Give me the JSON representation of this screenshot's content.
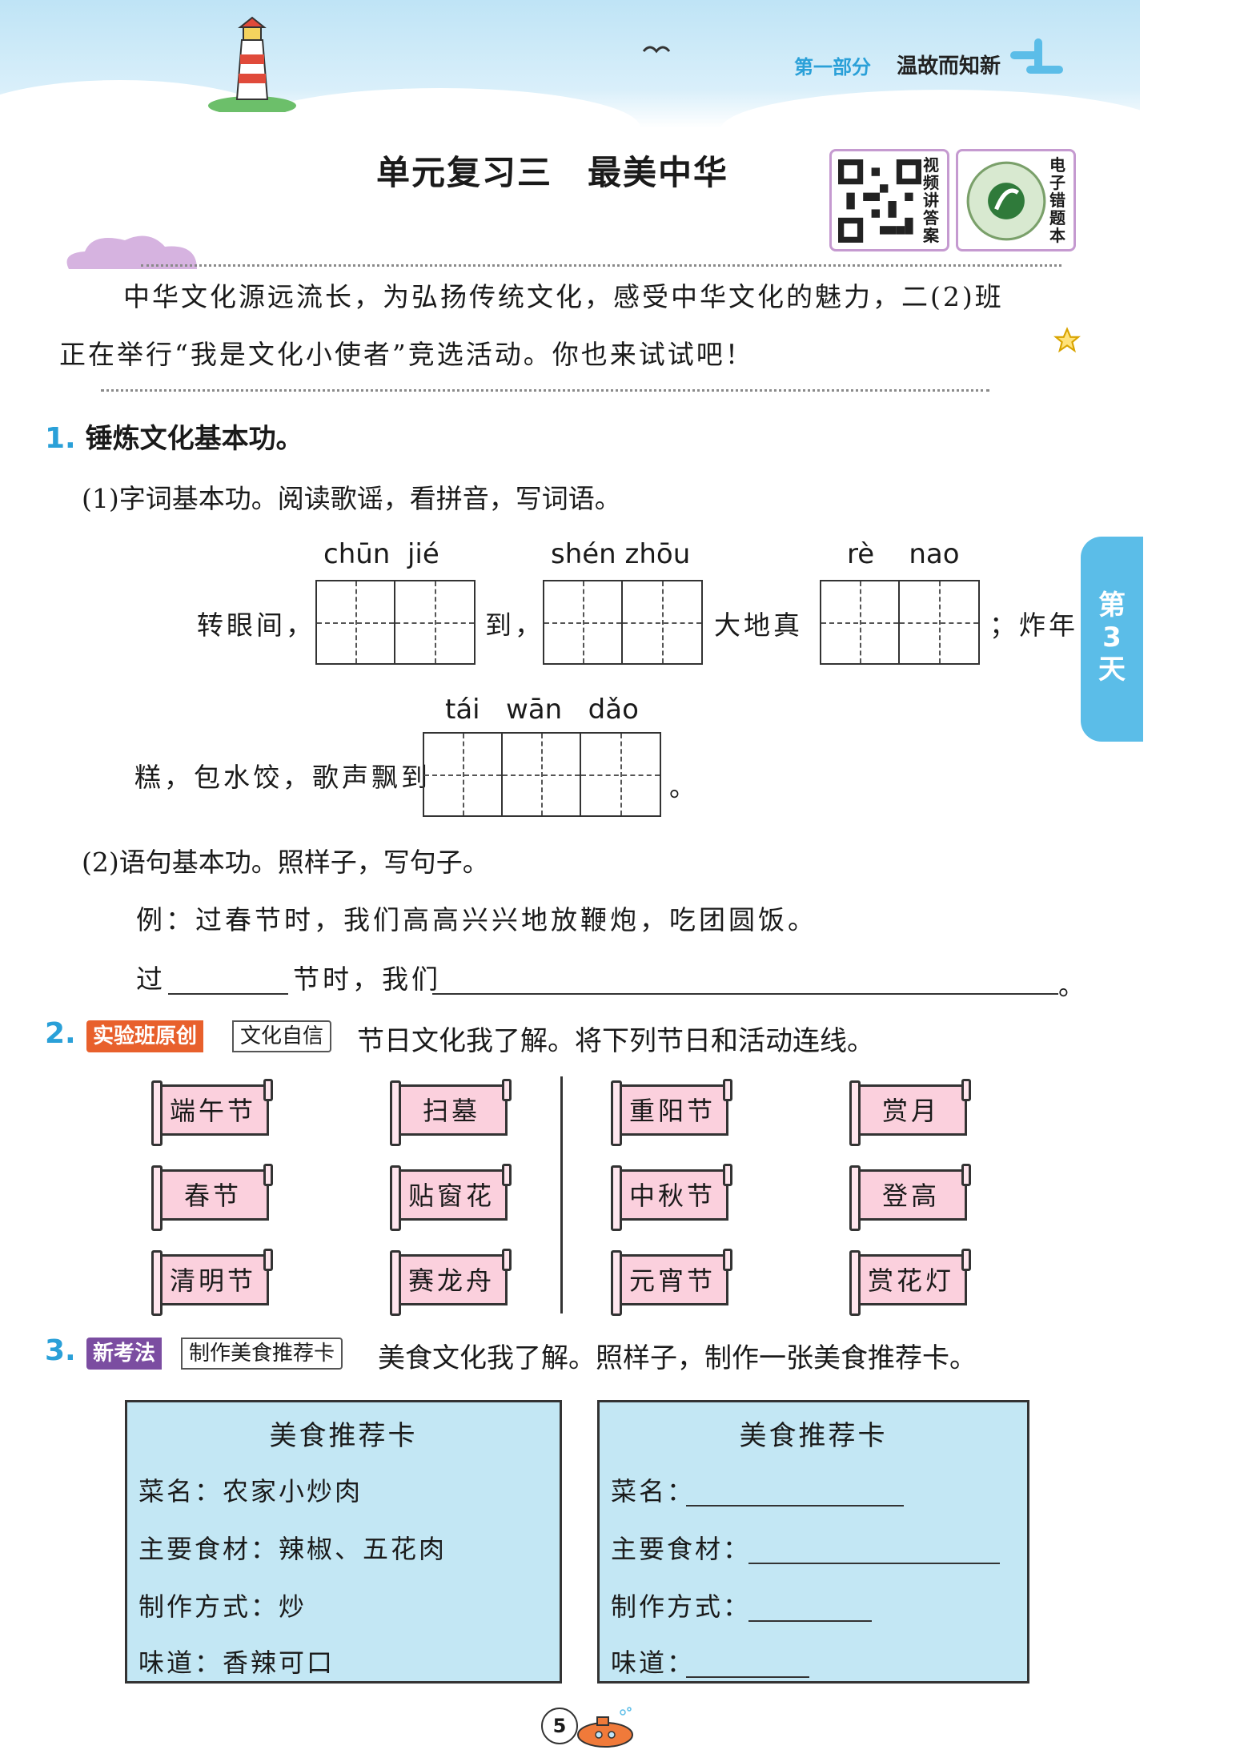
{
  "header": {
    "part": "第一部分",
    "section": "温故而知新"
  },
  "title": "单元复习三　最美中华",
  "qr": {
    "left_label": "视频讲答案",
    "right_label": "电子错题本"
  },
  "intro": {
    "line1": "中华文化源远流长，为弘扬传统文化，感受中华文化的魅力，二(2)班",
    "line2": "正在举行“我是文化小使者”竞选活动。你也来试试吧！"
  },
  "side_tab": "第3天",
  "q1": {
    "num": "1.",
    "title": "锤炼文化基本功。",
    "sub1": "(1)字词基本功。阅读歌谣，看拼音，写词语。",
    "row1": {
      "prefix": "转眼间，",
      "pinyin1": "chūn  jié",
      "mid1": "到，",
      "pinyin2": "shén zhōu",
      "mid2": "大地真",
      "pinyin3": "rè    nao",
      "suffix": "；炸年"
    },
    "row2": {
      "prefix": "糕，包水饺，歌声飘到",
      "pinyin": "tái   wān   dǎo",
      "suffix": "。"
    },
    "sub2": "(2)语句基本功。照样子，写句子。",
    "example": "例：过春节时，我们高高兴兴地放鞭炮，吃团圆饭。",
    "fill_prefix": "过",
    "fill_mid": "节时，我们",
    "fill_end": "。"
  },
  "q2": {
    "num": "2.",
    "tag_red": "实验班原创",
    "tag_outline": "文化自信",
    "title": "节日文化我了解。将下列节日和活动连线。",
    "col1": [
      "端午节",
      "春节",
      "清明节"
    ],
    "col2": [
      "扫墓",
      "贴窗花",
      "赛龙舟"
    ],
    "col3": [
      "重阳节",
      "中秋节",
      "元宵节"
    ],
    "col4": [
      "赏月",
      "登高",
      "赏花灯"
    ]
  },
  "q3": {
    "num": "3.",
    "tag_purple": "新考法",
    "tag_outline": "制作美食推荐卡",
    "title": "美食文化我了解。照样子，制作一张美食推荐卡。",
    "card_example": {
      "title": "美食推荐卡",
      "rows": [
        "菜名：农家小炒肉",
        "主要食材：辣椒、五花肉",
        "制作方式：炒",
        "味道：香辣可口"
      ]
    },
    "card_blank": {
      "title": "美食推荐卡",
      "labels": [
        "菜名：",
        "主要食材：",
        "制作方式：",
        "味道："
      ]
    }
  },
  "page_number": "5",
  "colors": {
    "accent_blue": "#2aa0d8",
    "tag_red": "#e8602c",
    "tag_purple": "#7b4da1",
    "scroll_pink": "#fbd0dd",
    "card_blue": "#c3e7f4"
  }
}
